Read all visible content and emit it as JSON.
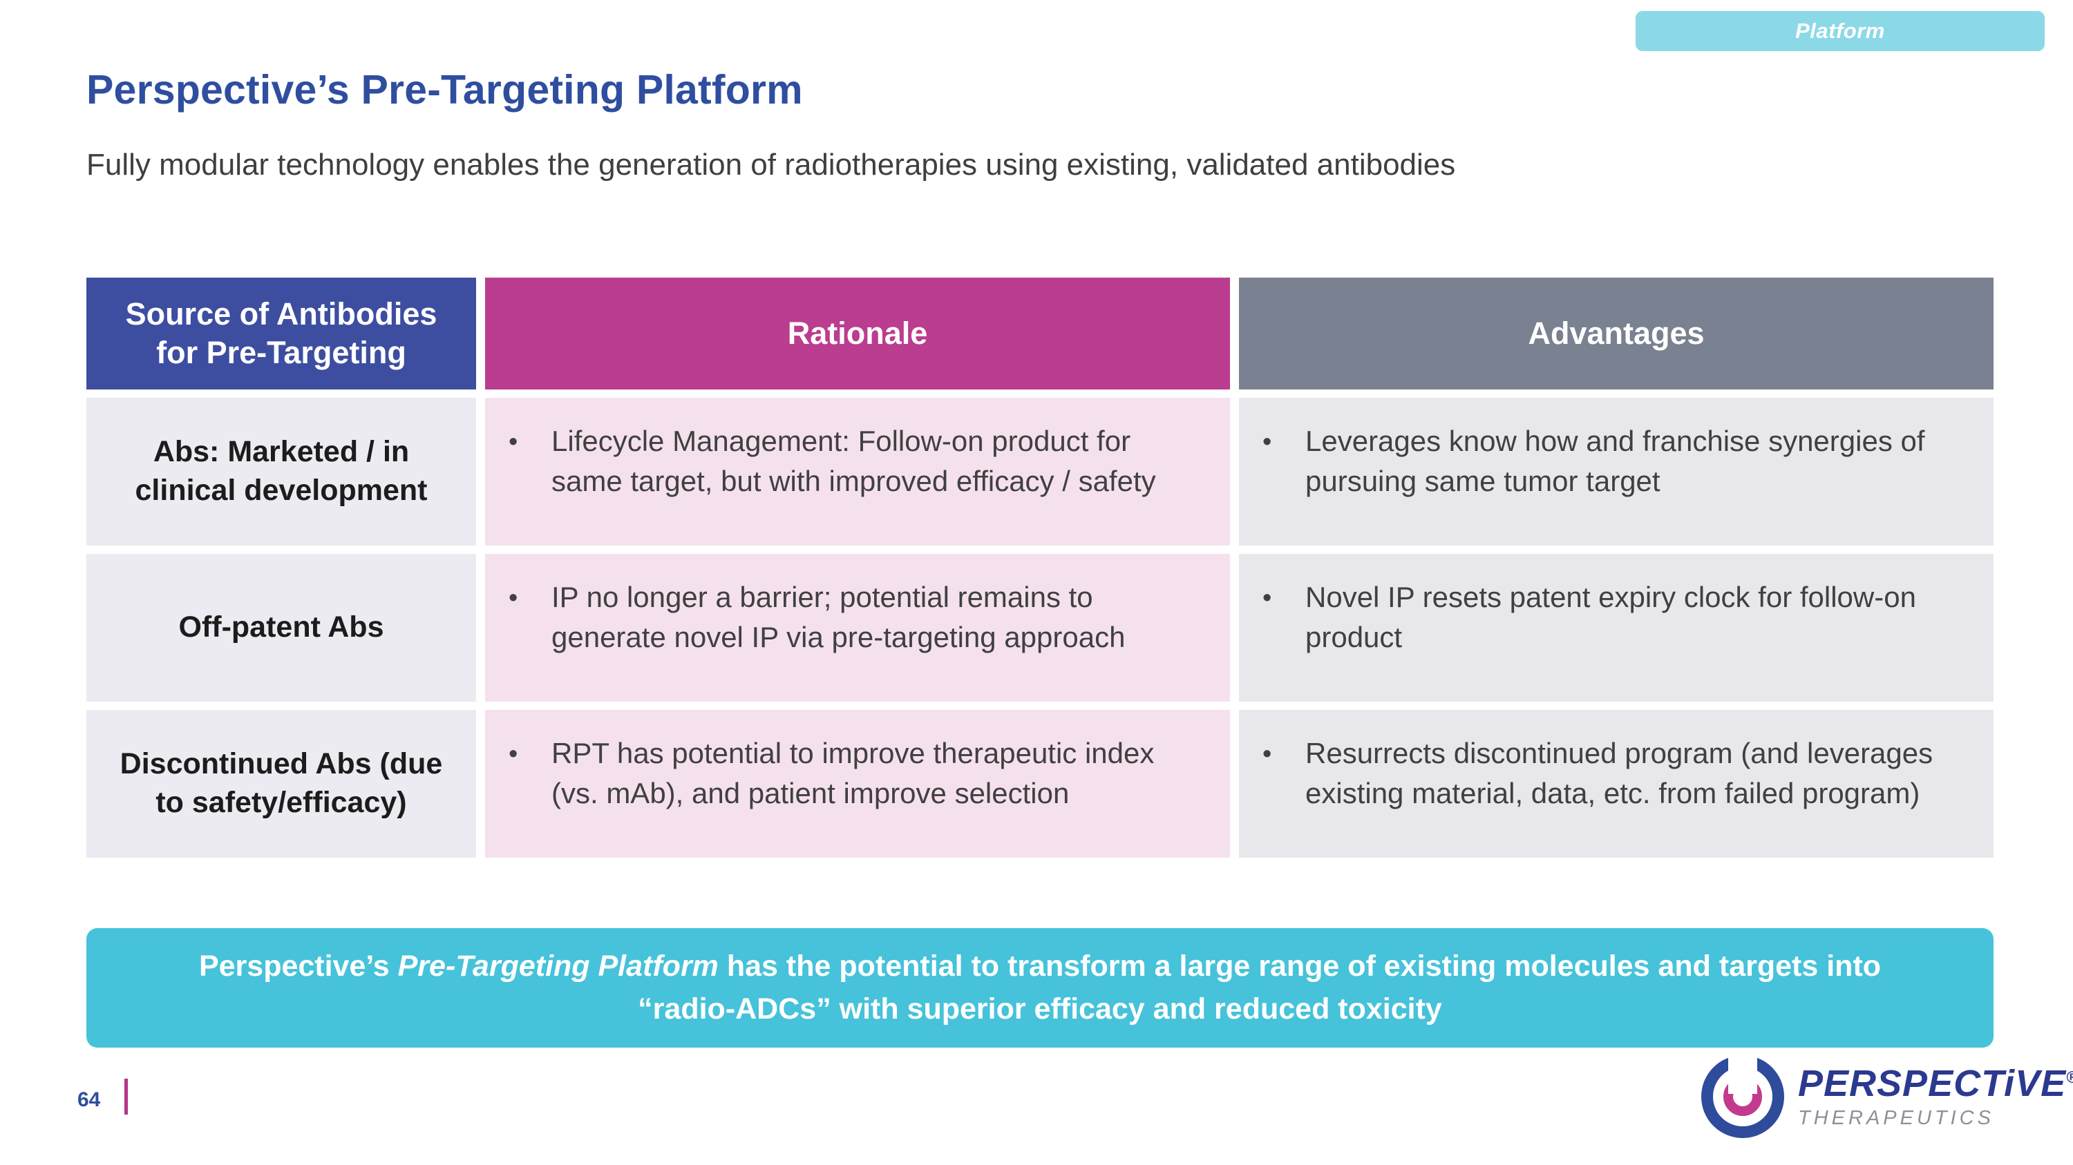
{
  "badge": {
    "label": "Platform"
  },
  "header": {
    "title": "Perspective’s Pre-Targeting Platform",
    "subtitle": "Fully modular technology enables the generation of radiotherapies using existing, validated antibodies"
  },
  "table": {
    "bullet": "•",
    "columns": [
      {
        "id": "source",
        "label": "Source of Antibodies for Pre-Targeting",
        "header_color": "#3D4EA1",
        "cell_color": "#EBEBF1"
      },
      {
        "id": "rationale",
        "label": "Rationale",
        "header_color": "#BB3D8F",
        "cell_color": "#F5E1EE"
      },
      {
        "id": "advantages",
        "label": "Advantages",
        "header_color": "#7A8191",
        "cell_color": "#E8E8EC"
      }
    ],
    "rows": [
      {
        "source": "Abs: Marketed / in clinical development",
        "rationale": "Lifecycle Management: Follow-on product for same target, but with improved efficacy / safety",
        "advantages": "Leverages know how and franchise synergies of pursuing same tumor target"
      },
      {
        "source": "Off-patent Abs",
        "rationale": "IP no longer a barrier; potential remains to generate novel IP via pre-targeting approach",
        "advantages": "Novel IP resets patent expiry clock for follow-on product"
      },
      {
        "source": "Discontinued Abs (due to safety/efficacy)",
        "rationale": "RPT has potential to improve therapeutic index (vs. mAb), and patient improve selection",
        "advantages": "Resurrects discontinued program (and leverages existing material, data, etc. from failed program)"
      }
    ]
  },
  "banner": {
    "prefix": "Perspective’s ",
    "emphasis": "Pre-Targeting Platform",
    "suffix": " has the potential to transform a large range of existing molecules and targets into “radio-ADCs” with superior efficacy and reduced toxicity"
  },
  "footer": {
    "page_number": "64",
    "logo_name": "PERSPECTiVE",
    "logo_registered": "®",
    "logo_subtitle": "THERAPEUTICS"
  },
  "colors": {
    "title": "#2F4EA0",
    "banner_bg": "#46C2DA",
    "badge_bg": "#8BD9E7",
    "accent_magenta": "#B5338A",
    "logo_blue": "#2B3990"
  }
}
